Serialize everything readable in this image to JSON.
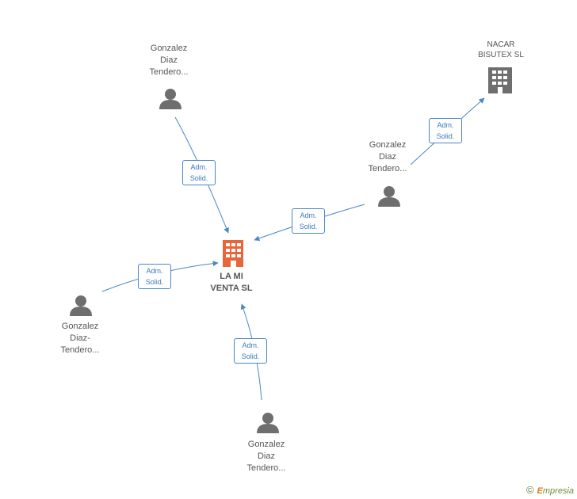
{
  "nodes": {
    "center": {
      "line1": "LA MI",
      "line2": "VENTA SL",
      "color": "#e8663a"
    },
    "company_top_right": {
      "line1": "NACAR",
      "line2": "BISUTEX  SL",
      "color": "#7a7a7a"
    },
    "person_top": {
      "line1": "Gonzalez",
      "line2": "Diaz",
      "line3": "Tendero..."
    },
    "person_right": {
      "line1": "Gonzalez",
      "line2": "Diaz",
      "line3": "Tendero..."
    },
    "person_left": {
      "line1": "Gonzalez",
      "line2": "Diaz-",
      "line3": "Tendero..."
    },
    "person_bottom": {
      "line1": "Gonzalez",
      "line2": "Diaz",
      "line3": "Tendero..."
    }
  },
  "edges": [
    {
      "line1": "Adm.",
      "line2": "Solid."
    },
    {
      "line1": "Adm.",
      "line2": "Solid."
    },
    {
      "line1": "Adm.",
      "line2": "Solid."
    },
    {
      "line1": "Adm.",
      "line2": "Solid."
    },
    {
      "line1": "Adm.",
      "line2": "Solid."
    }
  ],
  "footer": {
    "copyright": "©",
    "brand_initial": "E",
    "brand_rest": "mpresia"
  },
  "colors": {
    "edge": "#4a86c8",
    "person_icon": "#6e6e6e"
  }
}
